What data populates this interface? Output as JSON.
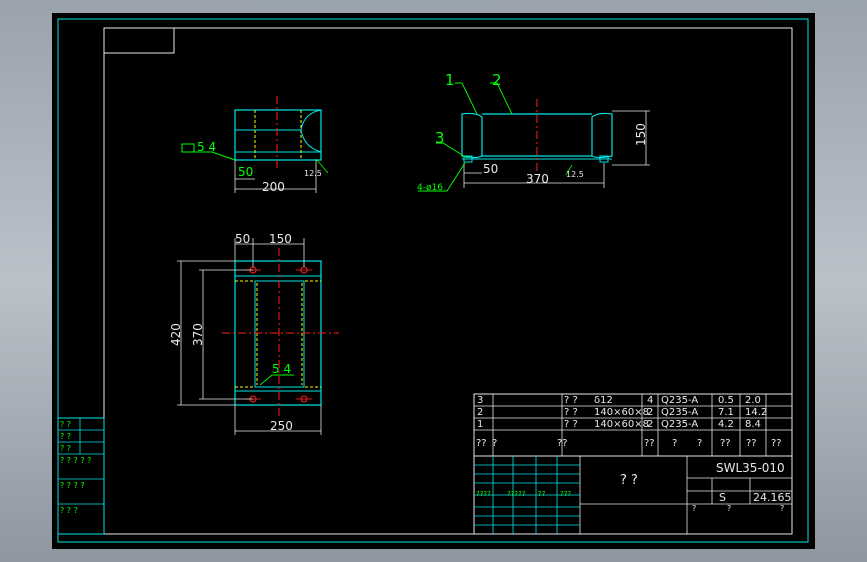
{
  "drawing": {
    "front_view": {
      "weld_label": "5 4",
      "dims": {
        "left": "50",
        "width": "200",
        "small": "12.5"
      }
    },
    "side_view": {
      "part_labels": [
        "1",
        "2",
        "3"
      ],
      "dims": {
        "height": "150",
        "left": "50",
        "width": "370",
        "small": "12.5",
        "hole": "4-ø16"
      }
    },
    "plan_view": {
      "weld_label": "5 4",
      "dims": {
        "top_left": "50",
        "top_right": "150",
        "outer_h": "420",
        "inner_h": "370",
        "width": "250"
      }
    }
  },
  "bom": {
    "rows": [
      {
        "no": "3",
        "name": "? ?",
        "spec": "δ12",
        "qty": "4",
        "mat": "Q235-A",
        "unit_w": "0.5",
        "total_w": "2.0"
      },
      {
        "no": "2",
        "name": "? ?",
        "spec": "140×60×8",
        "qty": "2",
        "mat": "Q235-A",
        "unit_w": "7.1",
        "total_w": "14.2"
      },
      {
        "no": "1",
        "name": "? ?",
        "spec": "140×60×8",
        "qty": "2",
        "mat": "Q235-A",
        "unit_w": "4.2",
        "total_w": "8.4"
      }
    ],
    "header": [
      "??",
      "?",
      "??",
      "??",
      "?",
      "?",
      "??",
      "??",
      "??"
    ]
  },
  "title_block": {
    "drawing_no": "SWL35-010",
    "title": "? ?",
    "scale_label": "S",
    "weight": "24.165",
    "sheet_row": [
      "?",
      "?",
      "?"
    ],
    "mid_labels": [
      "????",
      "?????",
      "??",
      "???"
    ],
    "side_labels": [
      "? ?",
      "? ?",
      "? ?",
      "? ? ? ? ?",
      "? ? ? ?",
      "? ? ?"
    ]
  }
}
